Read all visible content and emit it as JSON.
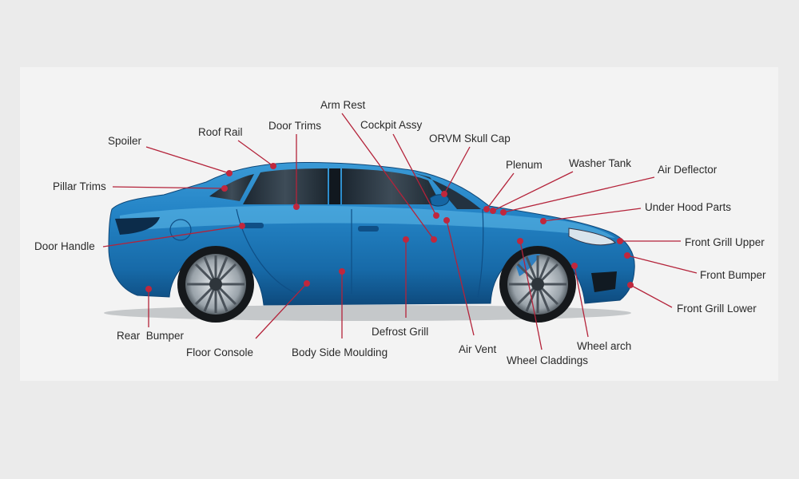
{
  "diagram": {
    "colors": {
      "car_body": "#1f7fc2",
      "car_highlight": "#5cb8ea",
      "car_shadow": "#0d4677",
      "leader": "#b4233a",
      "background": "#f3f3f3"
    },
    "callouts": [
      {
        "id": "spoiler",
        "label": "Spoiler"
      },
      {
        "id": "roof-rail",
        "label": "Roof Rail"
      },
      {
        "id": "door-trims",
        "label": "Door Trims"
      },
      {
        "id": "arm-rest",
        "label": "Arm Rest"
      },
      {
        "id": "cockpit-assy",
        "label": "Cockpit Assy"
      },
      {
        "id": "orvm-skull-cap",
        "label": "ORVM Skull Cap"
      },
      {
        "id": "plenum",
        "label": "Plenum"
      },
      {
        "id": "washer-tank",
        "label": "Washer Tank"
      },
      {
        "id": "air-deflector",
        "label": "Air Deflector"
      },
      {
        "id": "pillar-trims",
        "label": "Pillar Trims"
      },
      {
        "id": "under-hood-parts",
        "label": "Under Hood Parts"
      },
      {
        "id": "door-handle",
        "label": "Door Handle"
      },
      {
        "id": "front-grill-upper",
        "label": "Front Grill Upper"
      },
      {
        "id": "front-bumper",
        "label": "Front Bumper"
      },
      {
        "id": "front-grill-lower",
        "label": "Front Grill Lower"
      },
      {
        "id": "rear-bumper",
        "label": "Rear  Bumper"
      },
      {
        "id": "floor-console",
        "label": "Floor Console"
      },
      {
        "id": "body-side-moulding",
        "label": "Body Side Moulding"
      },
      {
        "id": "defrost-grill",
        "label": "Defrost Grill"
      },
      {
        "id": "air-vent",
        "label": "Air Vent"
      },
      {
        "id": "wheel-claddings",
        "label": "Wheel Claddings"
      },
      {
        "id": "wheel-arch",
        "label": "Wheel arch"
      }
    ]
  }
}
